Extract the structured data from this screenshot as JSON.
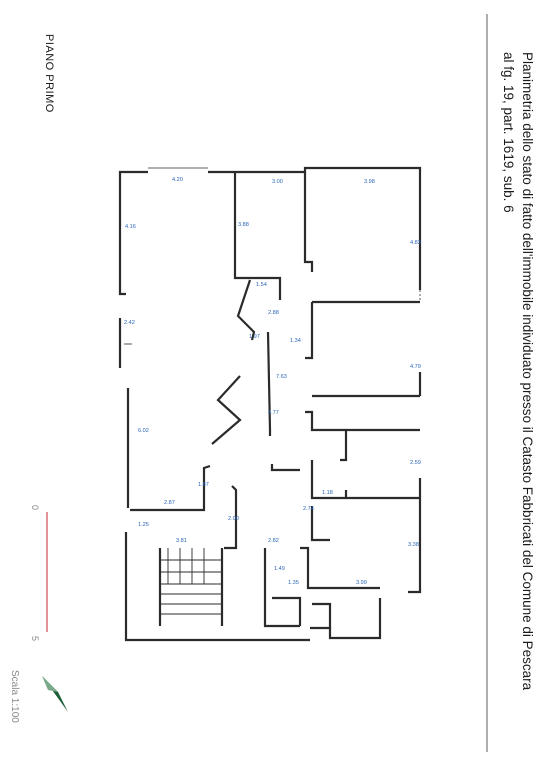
{
  "title": {
    "line1": "Planimetria dello stato di fatto dell'immobile individuato presso il Catasto Fabbricati del Comune di Pescara",
    "line2": "al fg. 19, part. 1619, sub. 6"
  },
  "floor_label": "PIANO PRIMO",
  "scale": {
    "zero": "0",
    "five": "5",
    "label": "Scala 1:100"
  },
  "dimensions": [
    "4.20",
    "3.00",
    "3.98",
    "4.16",
    "3.88",
    "4.83",
    "1.54",
    "2.88",
    "1.34",
    "1.97",
    "2.42",
    "7.63",
    "4.79",
    "4.77",
    "6.02",
    "2.59",
    "1.87",
    "2.87",
    "1.18",
    "2.74",
    "2.00",
    "1.25",
    "3.81",
    "2.82",
    "3.38",
    "1.49",
    "1.35",
    "3.99"
  ],
  "colors": {
    "wall": "#2b2b2b",
    "dimension": "#2a66b8",
    "scale_bar": "#d24a55",
    "north_arrow": "#1f5f38"
  }
}
